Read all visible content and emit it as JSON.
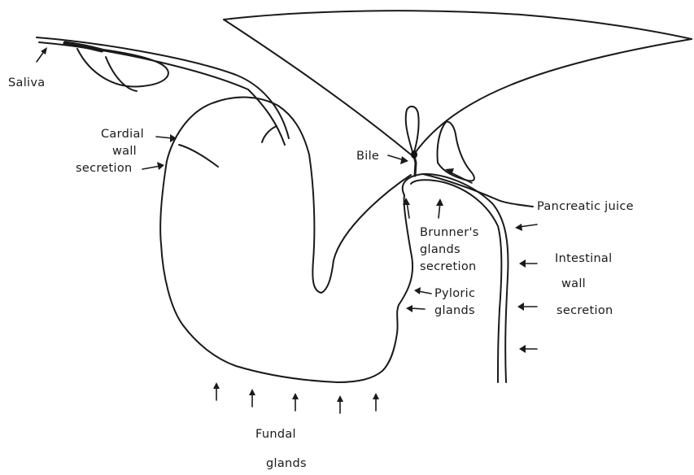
{
  "labels": {
    "saliva": "Saliva",
    "cardial_line1": "Cardial",
    "cardial_line2": "wall",
    "cardial_line3": "secretion",
    "bile": "Bile",
    "pancreatic": "Pancreatic juice",
    "brunners_line1": "Brunner's",
    "brunners_line2": "glands",
    "brunners_line3": "secretion",
    "pyloric_line1": "Pyloric",
    "pyloric_line2": "glands",
    "intestinal_line1": "Intestinal",
    "intestinal_line2": "wall",
    "intestinal_line3": "secretion",
    "fundal_line1": "Fundal",
    "fundal_line2": "glands"
  }
}
